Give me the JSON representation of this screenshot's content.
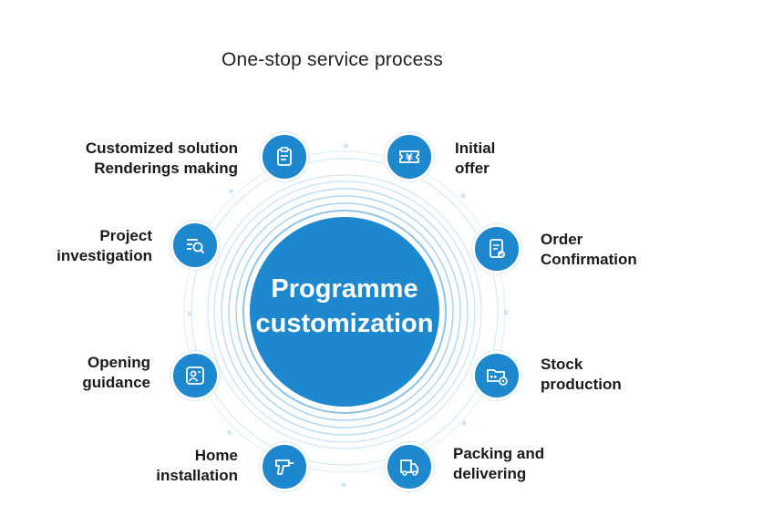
{
  "title": "One-stop service process",
  "center": {
    "line1": "Programme",
    "line2": "customization"
  },
  "steps": [
    {
      "icon": "clipboard-icon",
      "line1": "Customized solution",
      "line2": "Renderings making"
    },
    {
      "icon": "yen-ticket-icon",
      "line1": "Initial",
      "line2": "offer"
    },
    {
      "icon": "document-check-icon",
      "line1": "Order",
      "line2": "Confirmation"
    },
    {
      "icon": "folder-gear-icon",
      "line1": "Stock",
      "line2": "production"
    },
    {
      "icon": "truck-icon",
      "line1": "Packing and",
      "line2": "delivering"
    },
    {
      "icon": "drill-icon",
      "line1": "Home",
      "line2": "installation"
    },
    {
      "icon": "person-card-icon",
      "line1": "Opening",
      "line2": "guidance"
    },
    {
      "icon": "search-list-icon",
      "line1": "Project",
      "line2": "investigation"
    }
  ],
  "colors": {
    "primary": "#1e88cf",
    "ring": "#bfe0f2",
    "text": "#1a1a1a"
  }
}
